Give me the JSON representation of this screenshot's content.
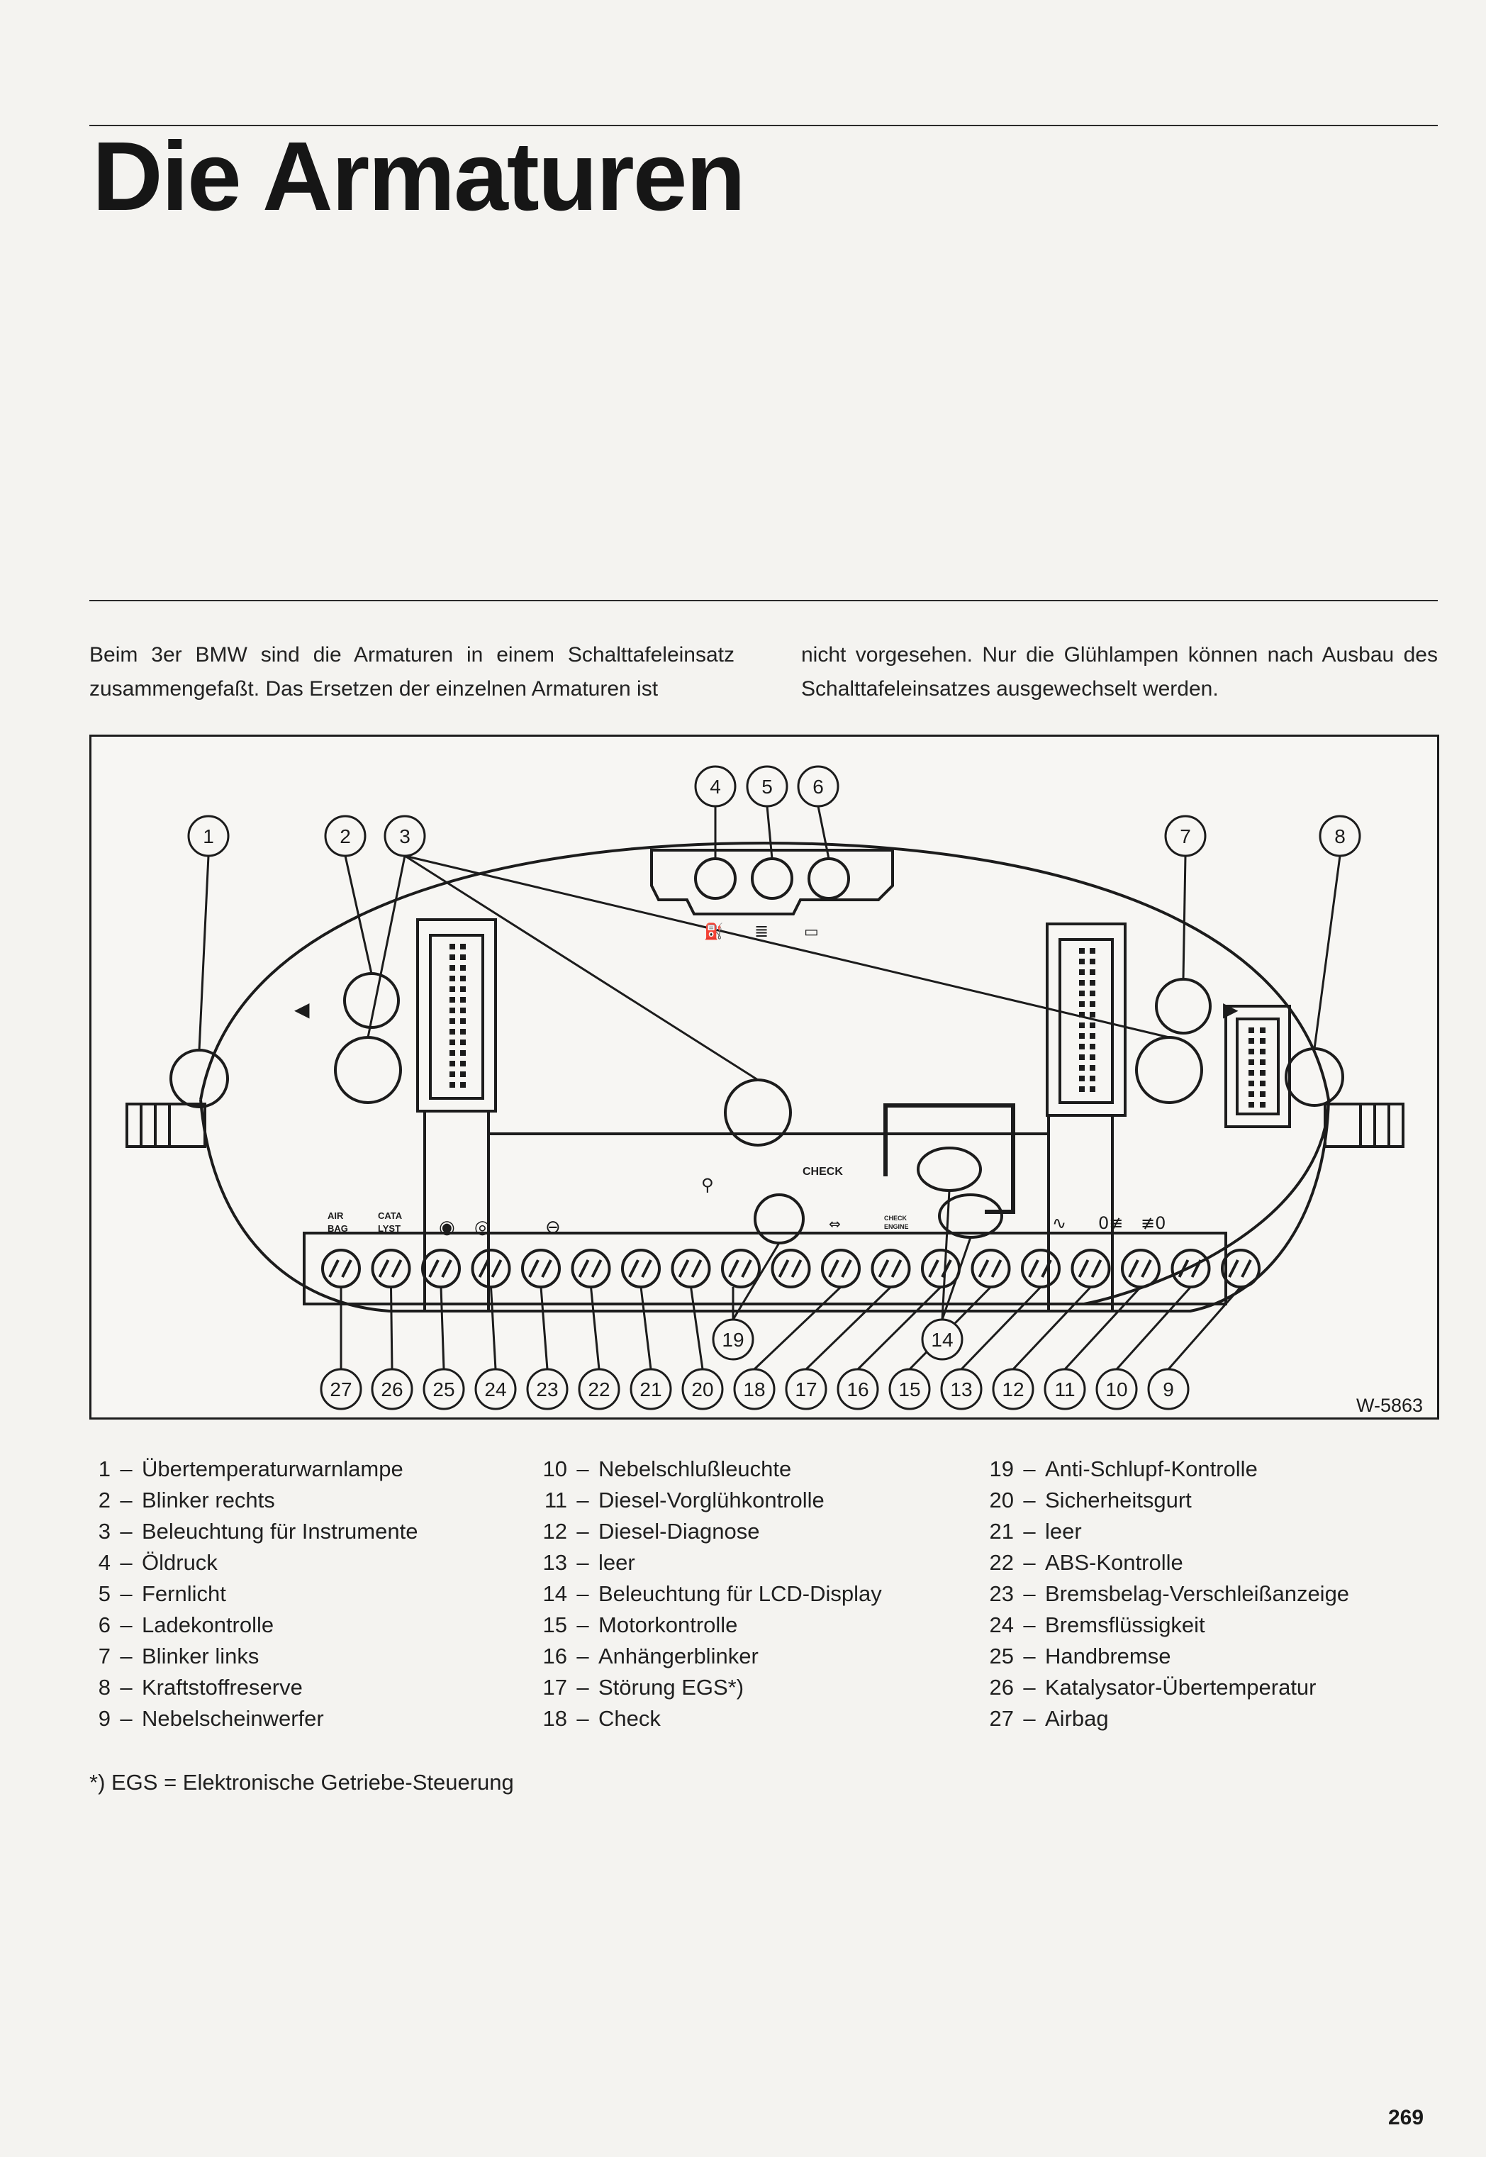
{
  "page": {
    "title": "Die Armaturen",
    "page_number": "269"
  },
  "intro": {
    "left": "Beim 3er BMW sind die Armaturen in einem Schalttafeleinsatz zusammengefaßt. Das Ersetzen der einzelnen Armaturen ist",
    "right": "nicht vorgesehen. Nur die Glühlampen können nach Ausbau des Schalttafeleinsatzes ausgewechselt werden."
  },
  "figure": {
    "code": "W-5863",
    "callouts": [
      "1",
      "2",
      "3",
      "4",
      "5",
      "6",
      "7",
      "8",
      "9",
      "10",
      "11",
      "12",
      "13",
      "14",
      "15",
      "16",
      "17",
      "18",
      "19",
      "20",
      "21",
      "22",
      "23",
      "24",
      "25",
      "26",
      "27"
    ],
    "panel_text": {
      "airbag_1": "AIR",
      "airbag_2": "BAG",
      "cata_1": "CATA",
      "cata_2": "LYST",
      "check": "CHECK",
      "engine_1": "CHECK",
      "engine_2": "ENGINE"
    }
  },
  "legend": {
    "col1": [
      {
        "num": "1",
        "label": "Übertemperaturwarnlampe"
      },
      {
        "num": "2",
        "label": "Blinker rechts"
      },
      {
        "num": "3",
        "label": "Beleuchtung für Instrumente"
      },
      {
        "num": "4",
        "label": "Öldruck"
      },
      {
        "num": "5",
        "label": "Fernlicht"
      },
      {
        "num": "6",
        "label": "Ladekontrolle"
      },
      {
        "num": "7",
        "label": "Blinker links"
      },
      {
        "num": "8",
        "label": "Kraftstoffreserve"
      },
      {
        "num": "9",
        "label": "Nebelscheinwerfer"
      }
    ],
    "col2": [
      {
        "num": "10",
        "label": "Nebelschlußleuchte"
      },
      {
        "num": "11",
        "label": "Diesel-Vorglühkontrolle"
      },
      {
        "num": "12",
        "label": "Diesel-Diagnose"
      },
      {
        "num": "13",
        "label": "leer"
      },
      {
        "num": "14",
        "label": "Beleuchtung für LCD-Display"
      },
      {
        "num": "15",
        "label": "Motorkontrolle"
      },
      {
        "num": "16",
        "label": "Anhängerblinker"
      },
      {
        "num": "17",
        "label": "Störung EGS*)"
      },
      {
        "num": "18",
        "label": "Check"
      }
    ],
    "col3": [
      {
        "num": "19",
        "label": "Anti-Schlupf-Kontrolle"
      },
      {
        "num": "20",
        "label": "Sicherheitsgurt"
      },
      {
        "num": "21",
        "label": "leer"
      },
      {
        "num": "22",
        "label": "ABS-Kontrolle"
      },
      {
        "num": "23",
        "label": "Bremsbelag-Verschleißanzeige"
      },
      {
        "num": "24",
        "label": "Bremsflüssigkeit"
      },
      {
        "num": "25",
        "label": "Handbremse"
      },
      {
        "num": "26",
        "label": "Katalysator-Übertemperatur"
      },
      {
        "num": "27",
        "label": "Airbag"
      }
    ],
    "dash": "–"
  },
  "footnote": "*) EGS = Elektronische Getriebe-Steuerung"
}
